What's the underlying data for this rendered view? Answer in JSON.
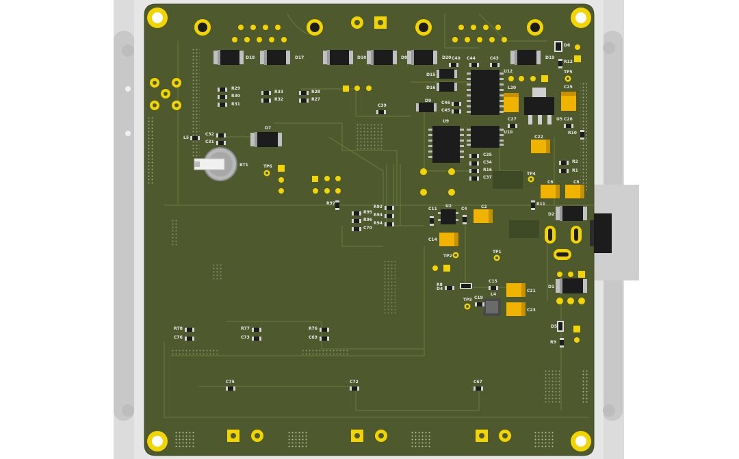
{
  "colors": {
    "background": "#ffffff",
    "enclosure": "#d9d9d9",
    "board": "#4e5a2e",
    "trace": "#5e6d36",
    "pad_gold": "#f2d400",
    "pad_dark": "#2b2b2b",
    "silk": "#e8e8e8",
    "component_black": "#1c1c1c",
    "tantalum": "#f0b400"
  },
  "labels": {
    "d18": "D18",
    "d17": "D17",
    "d10": "D10",
    "d8": "D8",
    "d20": "D20",
    "d19": "D19",
    "d6": "D6",
    "r12": "R12",
    "u12": "U12",
    "tp5": "TP5",
    "l20": "L20",
    "c25": "C25",
    "c27": "C27",
    "u5": "U5",
    "c26": "C26",
    "r10": "R10",
    "c40": "C40",
    "c44": "C44",
    "c43": "C43",
    "d15": "D15",
    "d16": "D16",
    "c46": "C46",
    "c45": "C45",
    "d9": "D9",
    "u9": "U9",
    "u10": "U10",
    "c22": "C22",
    "c35": "C35",
    "c34": "C34",
    "r16": "R16",
    "c37": "C37",
    "r2": "R2",
    "r1": "R1",
    "tp4": "TP4",
    "c6": "C6",
    "c8": "C8",
    "r11": "R11",
    "d2": "D2",
    "r29": "R29",
    "r30": "R30",
    "r31": "R31",
    "r33": "R33",
    "r32": "R32",
    "r28": "R28",
    "r27": "R27",
    "c39": "C39",
    "d7": "D7",
    "l5": "L5",
    "c32": "C32",
    "c31": "C31",
    "bt1": "BT1",
    "tp6": "TP6",
    "r97": "R97",
    "r95": "R95",
    "r96": "R96",
    "c70": "C70",
    "r93": "R93",
    "r94a": "R94",
    "r94b": "R94",
    "c11": "C11",
    "u2": "U2",
    "c4": "C4",
    "c2": "C2",
    "c14": "C14",
    "tp2": "TP2",
    "tp1": "TP1",
    "r8": "R8",
    "d4": "D4",
    "c15": "C15",
    "c21": "C21",
    "tp3": "TP3",
    "c19": "C19",
    "l4": "L4",
    "c23": "C23",
    "d1": "D1",
    "d5": "D5",
    "r9": "R9",
    "r78": "R78",
    "c76": "C76",
    "r77": "R77",
    "c73": "C73",
    "r76": "R76",
    "c69": "C69",
    "c75": "C75",
    "c72": "C72",
    "c67": "C67"
  }
}
